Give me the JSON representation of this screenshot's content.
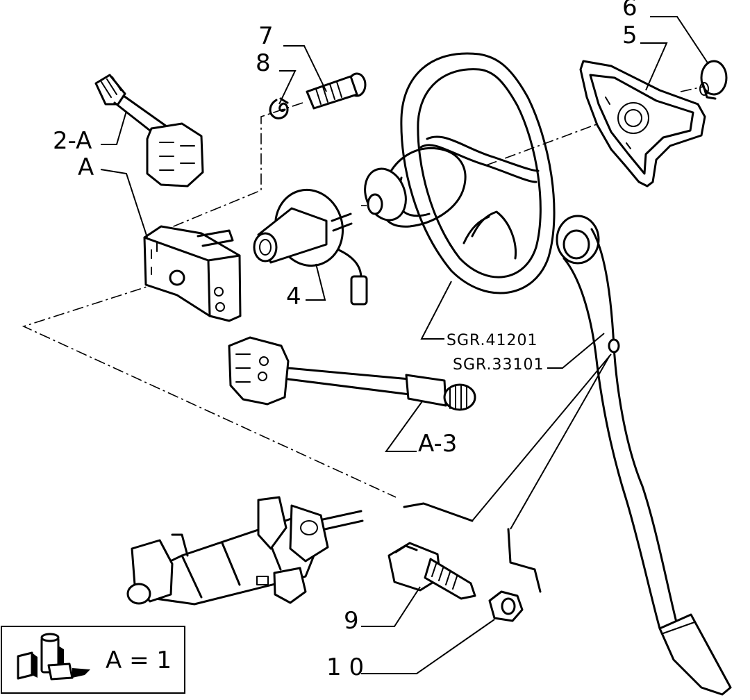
{
  "labels": {
    "p7": "7",
    "p8": "8",
    "p6": "6",
    "p5": "5",
    "p2a": "2-A",
    "pa": "A",
    "p4": "4",
    "ref1": "SGR.41201",
    "ref2": "SGR.33101",
    "pa3": "A-3",
    "p9": "9",
    "p10": "1 0"
  },
  "legend": {
    "text": "A = 1"
  },
  "colors": {
    "ink": "#000000",
    "paper": "#ffffff"
  }
}
